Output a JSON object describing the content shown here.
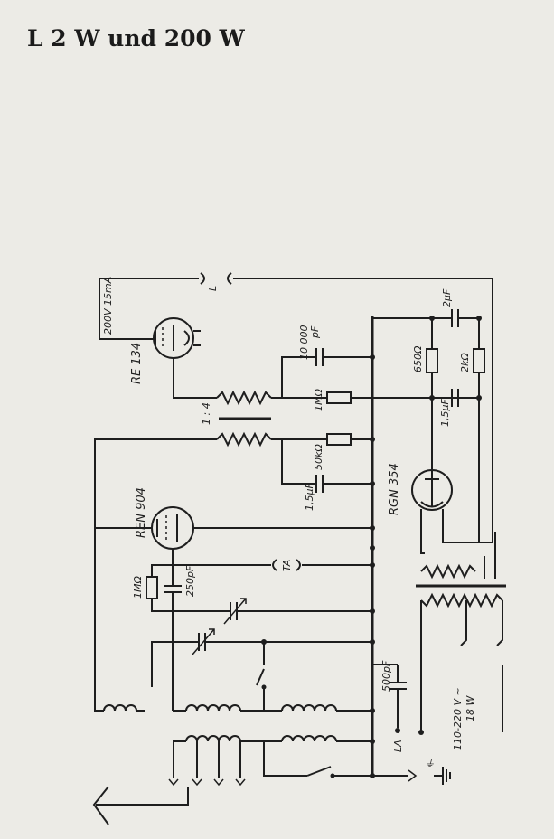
{
  "title": "L 2 W und 200 W",
  "labels": {
    "re134": "RE 134",
    "ren904": "REN 904",
    "rgn354": "RGN 354",
    "supply": "200V 15mA",
    "ratio": "1 : 4",
    "c10000": "10 000",
    "pf": "pF",
    "r1m_top": "1MΩ",
    "r50k": "50kΩ",
    "c15_left": "1,5μF",
    "c2uf": "2μF",
    "r650": "650Ω",
    "r2k": "2kΩ",
    "c15_right": "1,5μF",
    "r1m_left": "1MΩ",
    "c250": "250pF",
    "c500": "500pF",
    "la": "LA",
    "ta": "TA",
    "l": "L",
    "mains1": "110-220 V ~",
    "mains2": "18 W"
  }
}
